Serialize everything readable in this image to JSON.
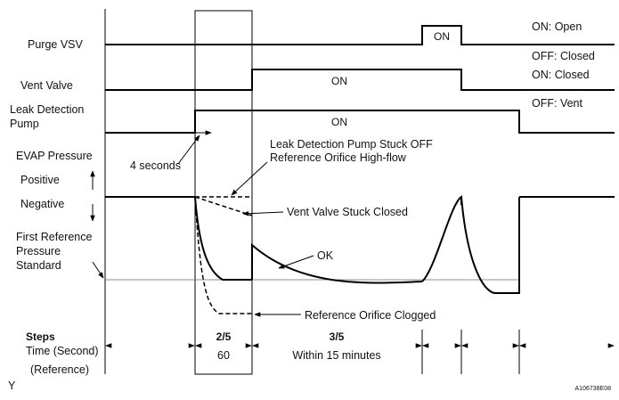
{
  "signals": {
    "purge_vsv": "Purge VSV",
    "vent_valve": "Vent Valve",
    "leak_pump_line1": "Leak Detection",
    "leak_pump_line2": "Pump",
    "evap_pressure": "EVAP Pressure",
    "positive": "Positive",
    "negative": "Negative",
    "first_ref_line1": "First Reference",
    "first_ref_line2": "Pressure",
    "first_ref_line3": "Standard"
  },
  "legend": {
    "on_open": "ON: Open",
    "off_closed": "OFF: Closed",
    "on_closed": "ON: Closed",
    "off_vent": "OFF: Vent"
  },
  "states": {
    "purge_on": "ON",
    "vent_on": "ON",
    "pump_on": "ON"
  },
  "annotations": {
    "four_seconds": "4 seconds",
    "pump_stuck_off": "Leak Detection Pump Stuck OFF",
    "ref_orifice_high_flow": "Reference Orifice High-flow",
    "vent_stuck_closed": "Vent Valve Stuck Closed",
    "ok": "OK",
    "ref_orifice_clogged": "Reference Orifice Clogged"
  },
  "footer": {
    "steps": "Steps",
    "time": "Time (Second)",
    "reference": "(Reference)",
    "step_2": "2/5",
    "step_3": "3/5",
    "time_60": "60",
    "time_within": "Within 15 minutes"
  },
  "corner": {
    "left_mark": "Y",
    "figure_id": "A106738E08"
  }
}
